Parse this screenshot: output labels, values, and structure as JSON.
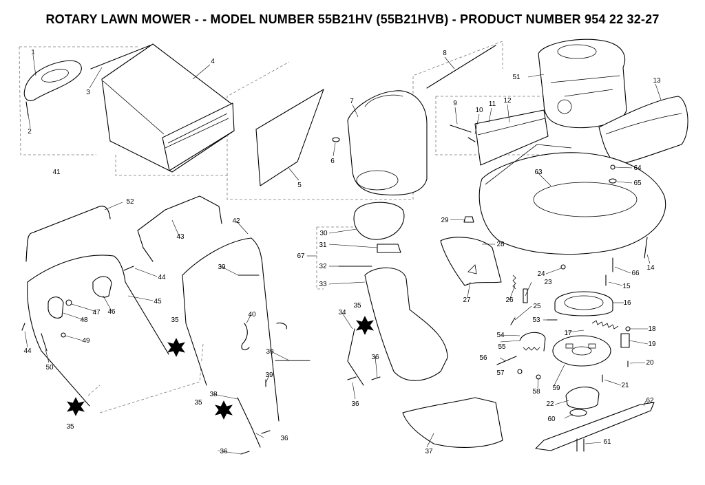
{
  "title": "ROTARY LAWN MOWER - - MODEL NUMBER 55B21HV (55B21HVB) - PRODUCT NUMBER 954 22 32-27",
  "callouts": [
    "1",
    "2",
    "3",
    "4",
    "5",
    "6",
    "7",
    "8",
    "9",
    "10",
    "11",
    "12",
    "13",
    "14",
    "15",
    "16",
    "17",
    "18",
    "19",
    "20",
    "21",
    "22",
    "23",
    "24",
    "25",
    "26",
    "27",
    "28",
    "29",
    "30",
    "31",
    "32",
    "33",
    "34",
    "35",
    "36",
    "37",
    "38",
    "39",
    "40",
    "41",
    "42",
    "43",
    "44",
    "45",
    "46",
    "47",
    "48",
    "49",
    "50",
    "51",
    "52",
    "53",
    "54",
    "55",
    "56",
    "57",
    "58",
    "59",
    "60",
    "61",
    "62",
    "63",
    "64",
    "65",
    "66",
    "67"
  ],
  "extra_callouts": {
    "c35b": "35",
    "c35c": "35",
    "c35d": "35",
    "c36b": "36",
    "c36c": "36",
    "c36d": "36",
    "c39b": "39",
    "c39c": "39",
    "c44b": "44"
  }
}
